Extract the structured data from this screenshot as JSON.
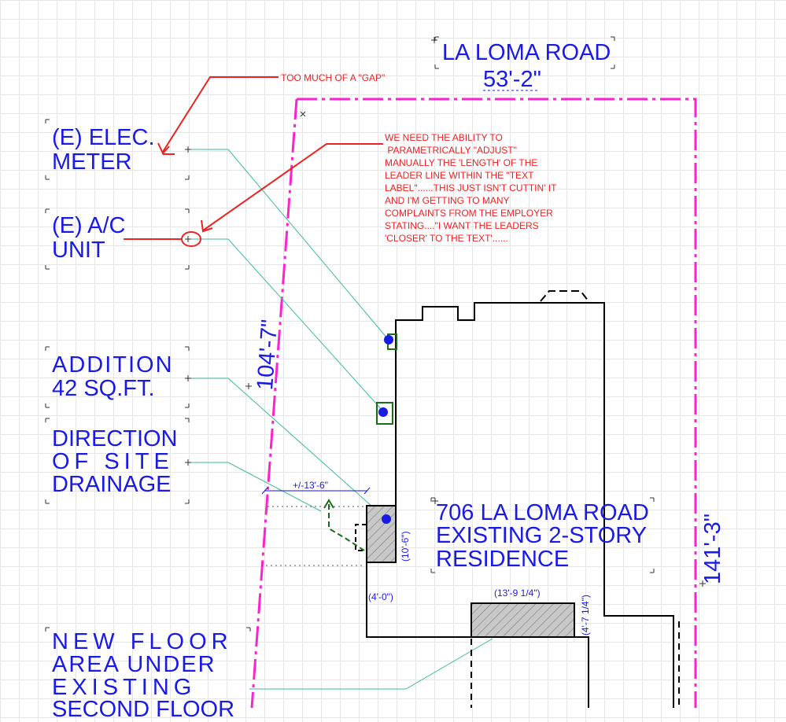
{
  "road_title": "LA LOMA ROAD",
  "road_frontage": "53'-2\"",
  "left_dimension": "104'-7\"",
  "right_dimension": "141'-3\"",
  "labels": {
    "elec_meter_1": "(E) ELEC.",
    "elec_meter_2": "METER",
    "ac_unit_1": "(E) A/C",
    "ac_unit_2": "UNIT",
    "addition_1": "ADDITION",
    "addition_2": "42 SQ.FT.",
    "drainage_1": "DIRECTION",
    "drainage_2": "OF SITE",
    "drainage_3": "DRAINAGE",
    "floor_area_1": "NEW FLOOR",
    "floor_area_2": "AREA UNDER",
    "floor_area_3": "EXISTING",
    "floor_area_4": "SECOND FLOOR",
    "residence_1": "706 LA LOMA ROAD",
    "residence_2": "EXISTING 2-STORY",
    "residence_3": "RESIDENCE"
  },
  "dimensions": {
    "addition_setback": "+/-13'-6\"",
    "addition_depth": "(10'-6\")",
    "addition_width": "(4'-0\")",
    "floor_width": "(13'-9 1/4\")",
    "floor_depth": "(4'-7 1/4\")"
  },
  "annotations": {
    "gap_note": "TOO MUCH OF A \"GAP\"",
    "leader_note": [
      "WE NEED THE ABILITY TO",
      " PARAMETRICALLY \"ADJUST\"",
      "MANUALLY THE 'LENGTH' OF THE",
      "LEADER LINE WITHIN THE \"TEXT",
      "LABEL\"......THIS JUST ISN'T CUTTIN' IT",
      "AND I'M GETTING TO MANY",
      "COMPLAINTS FROM THE EMPLOYER",
      "STATING....\"I WANT THE LEADERS",
      "'CLOSER' TO THE TEXT'......"
    ]
  },
  "colors": {
    "property_line": "#ff22cc",
    "text_blue": "#1a1ae6",
    "leader_teal": "#3cb9a0",
    "markup_red": "#ee2222",
    "wall_black": "#000000",
    "drain_green": "#1a6e1a",
    "hatch_gray": "#b8b8b8",
    "marker_blue": "#1a1ae6"
  }
}
